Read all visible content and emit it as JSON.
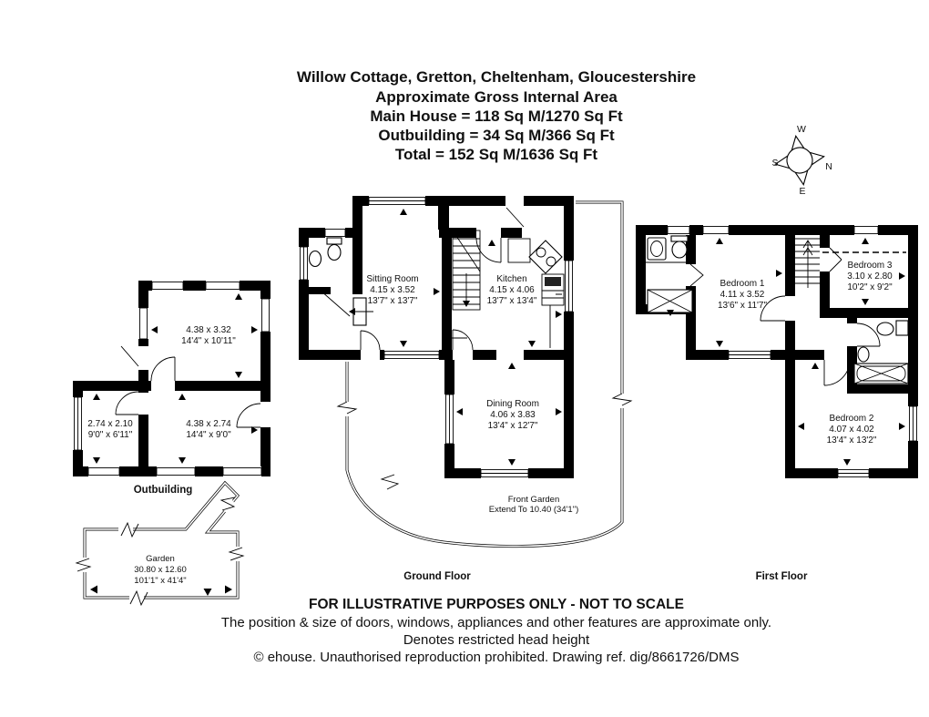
{
  "header": {
    "address": "Willow Cottage, Gretton, Cheltenham, Gloucestershire",
    "area_heading": "Approximate Gross Internal Area",
    "main_house_area": "Main House = 118 Sq M/1270 Sq Ft",
    "outbuilding_area": "Outbuilding = 34 Sq M/366 Sq Ft",
    "total_area": "Total = 152 Sq M/1636 Sq Ft"
  },
  "compass": {
    "north": "N",
    "south": "S",
    "east": "E",
    "west": "W"
  },
  "ground_floor": {
    "label": "Ground Floor",
    "sitting_room": {
      "name": "Sitting Room",
      "metric": "4.15 x 3.52",
      "imperial": "13'7\" x 13'7\""
    },
    "kitchen": {
      "name": "Kitchen",
      "metric": "4.15 x 4.06",
      "imperial": "13'7\" x 13'4\""
    },
    "dining_room": {
      "name": "Dining Room",
      "metric": "4.06 x 3.83",
      "imperial": "13'4\" x 12'7\""
    },
    "front_garden": {
      "name": "Front Garden",
      "extent": "Extend To 10.40 (34'1\")"
    }
  },
  "first_floor": {
    "label": "First Floor",
    "bedroom_1": {
      "name": "Bedroom 1",
      "metric": "4.11 x 3.52",
      "imperial": "13'6\" x 11'7\""
    },
    "bedroom_2": {
      "name": "Bedroom 2",
      "metric": "4.07 x 4.02",
      "imperial": "13'4\" x 13'2\""
    },
    "bedroom_3": {
      "name": "Bedroom 3",
      "metric": "3.10 x 2.80",
      "imperial": "10'2\" x 9'2\""
    }
  },
  "outbuilding": {
    "label": "Outbuilding",
    "room_1": {
      "metric": "4.38 x 3.32",
      "imperial": "14'4\" x 10'11\""
    },
    "room_2": {
      "metric": "2.74 x 2.10",
      "imperial": "9'0\" x 6'11\""
    },
    "room_3": {
      "metric": "4.38 x 2.74",
      "imperial": "14'4\" x 9'0\""
    }
  },
  "garden": {
    "name": "Garden",
    "metric": "30.80 x 12.60",
    "imperial": "101'1\" x 41'4\""
  },
  "footer": {
    "disclaimer_1": "FOR ILLUSTRATIVE PURPOSES ONLY - NOT TO SCALE",
    "disclaimer_2": "The position & size of doors, windows, appliances and other features are approximate only.",
    "restricted_note": "Denotes restricted head height",
    "copyright": "© ehouse. Unauthorised reproduction prohibited. Drawing ref. dig/8661726/DMS"
  },
  "colors": {
    "wall": "#000000",
    "text": "#111111",
    "background": "#ffffff"
  }
}
